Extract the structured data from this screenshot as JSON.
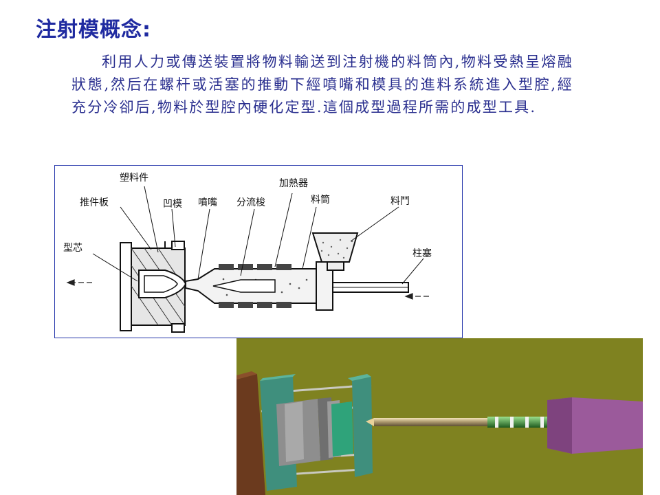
{
  "page": {
    "title": "注射模概念:",
    "paragraph": "利用人力或傳送裝置將物料輸送到注射機的料筒內,物料受熱呈熔融狀態,然后在螺杆或活塞的推動下經噴嘴和模具的進料系統進入型腔,經充分冷卻后,物料於型腔內硬化定型.這個成型過程所需的成型工具."
  },
  "diagram": {
    "labels": {
      "plastic_part": "塑料件",
      "ejector_plate": "推件板",
      "cavity_die": "凹模",
      "nozzle": "噴嘴",
      "spreader": "分流梭",
      "heater": "加熱器",
      "barrel": "料筒",
      "hopper": "料鬥",
      "core": "型芯",
      "plunger": "柱塞"
    }
  },
  "colors": {
    "title": "#1f2aa0",
    "text": "#2a2f8f",
    "frame": "#2233aa",
    "render_background": "#7a7d1e"
  }
}
